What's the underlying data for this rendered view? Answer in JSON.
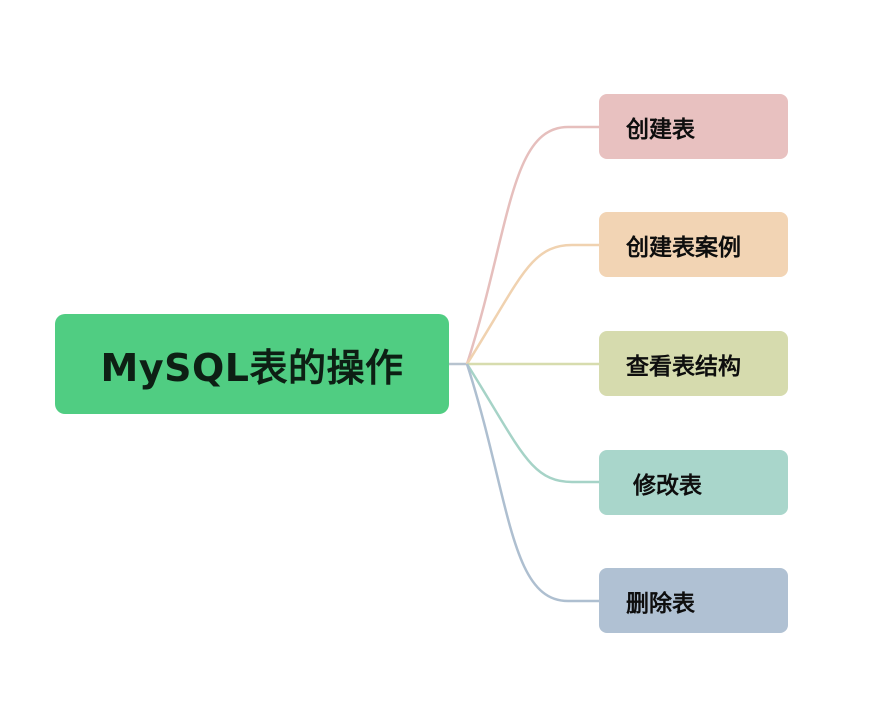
{
  "mindmap": {
    "root": {
      "label": "MySQL表的操作",
      "color": "#50cd82"
    },
    "branches": [
      {
        "label": "创建表",
        "color": "#e8c1c0",
        "line_color": "#e6bfbd"
      },
      {
        "label": "创建表案例",
        "color": "#f2d4b4",
        "line_color": "#f0d2b0"
      },
      {
        "label": "查看表结构",
        "color": "#d6dbae",
        "line_color": "#d7dcae"
      },
      {
        "label": "修改表",
        "color": "#a9d6cb",
        "line_color": "#a6d3c7"
      },
      {
        "label": "删除表",
        "color": "#b0c1d3",
        "line_color": "#aebfd0"
      }
    ]
  }
}
